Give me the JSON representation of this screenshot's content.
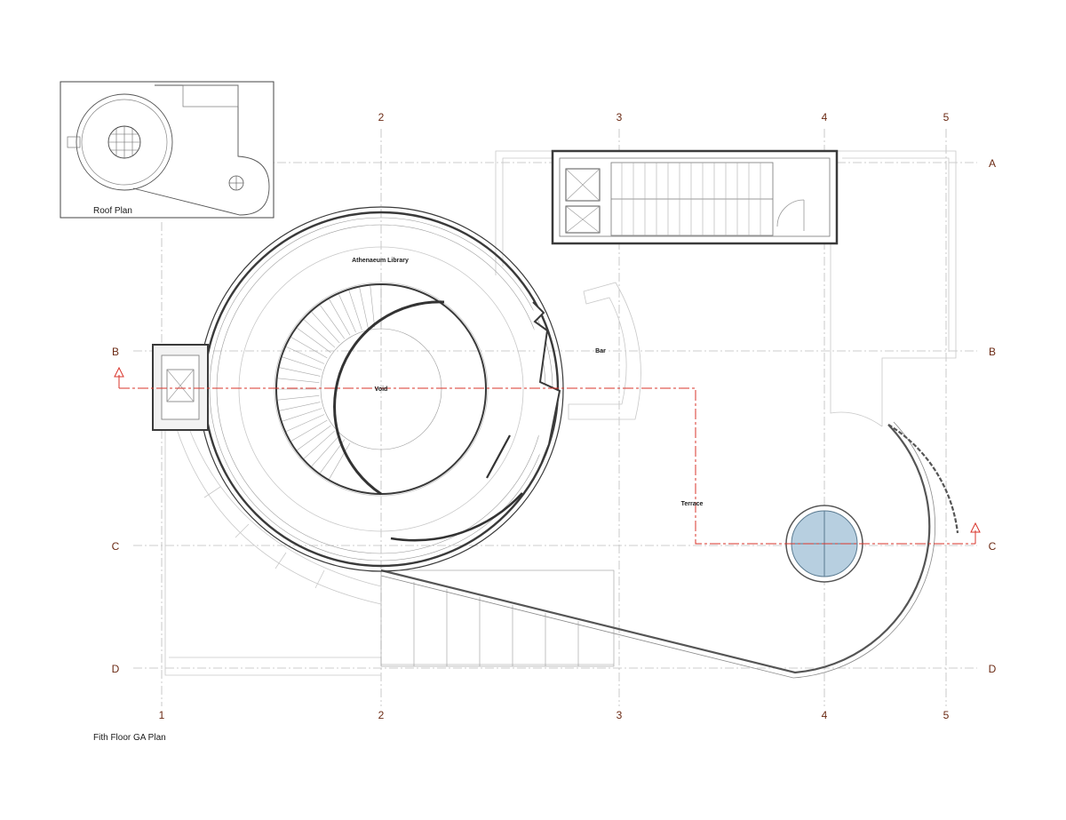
{
  "grid": {
    "columns": [
      "1",
      "2",
      "3",
      "4",
      "5"
    ],
    "rows": [
      "A",
      "B",
      "C",
      "D"
    ]
  },
  "labels": {
    "library": "Athenaeum Library",
    "void": "Void",
    "bar": "Bar",
    "terrace": "Terrace"
  },
  "inset": {
    "title": "Roof Plan"
  },
  "drawing": {
    "title": "Fith Floor GA Plan"
  },
  "colors": {
    "grid_label": "#6b2a14",
    "section_line": "#d9342b",
    "skylight_fill": "#b7cfe0",
    "wall": "#3a3a3a"
  }
}
